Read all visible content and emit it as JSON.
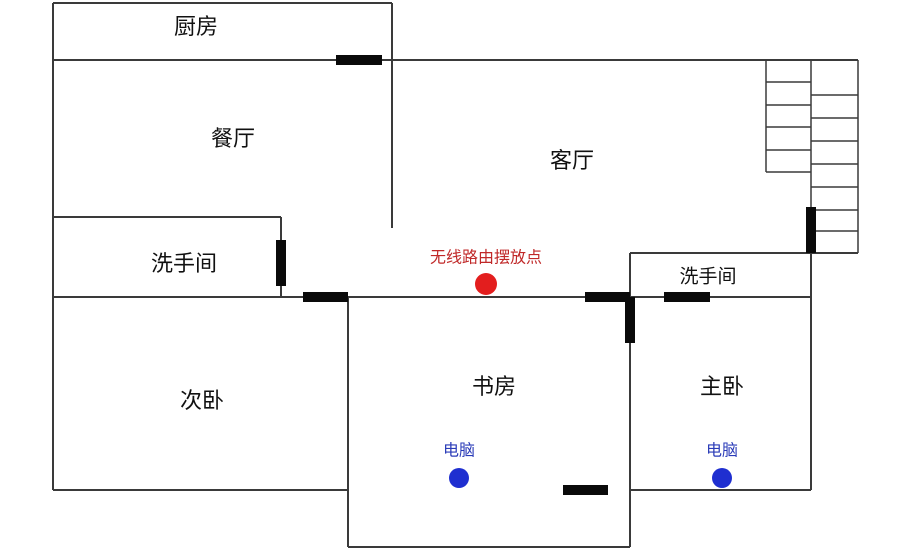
{
  "rooms": {
    "kitchen": "厨房",
    "dining": "餐厅",
    "living": "客厅",
    "bathroom_left": "洗手间",
    "bathroom_right": "洗手间",
    "second_bedroom": "次卧",
    "study": "书房",
    "master_bedroom": "主卧"
  },
  "markers": {
    "router": {
      "label": "无线路由摆放点",
      "color": "#e31e1e",
      "label_color": "#c02828"
    },
    "computer_study": {
      "label": "电脑",
      "color": "#1f2fd0",
      "label_color": "#2a3bb8"
    },
    "computer_master": {
      "label": "电脑",
      "color": "#1f2fd0",
      "label_color": "#2a3bb8"
    }
  }
}
